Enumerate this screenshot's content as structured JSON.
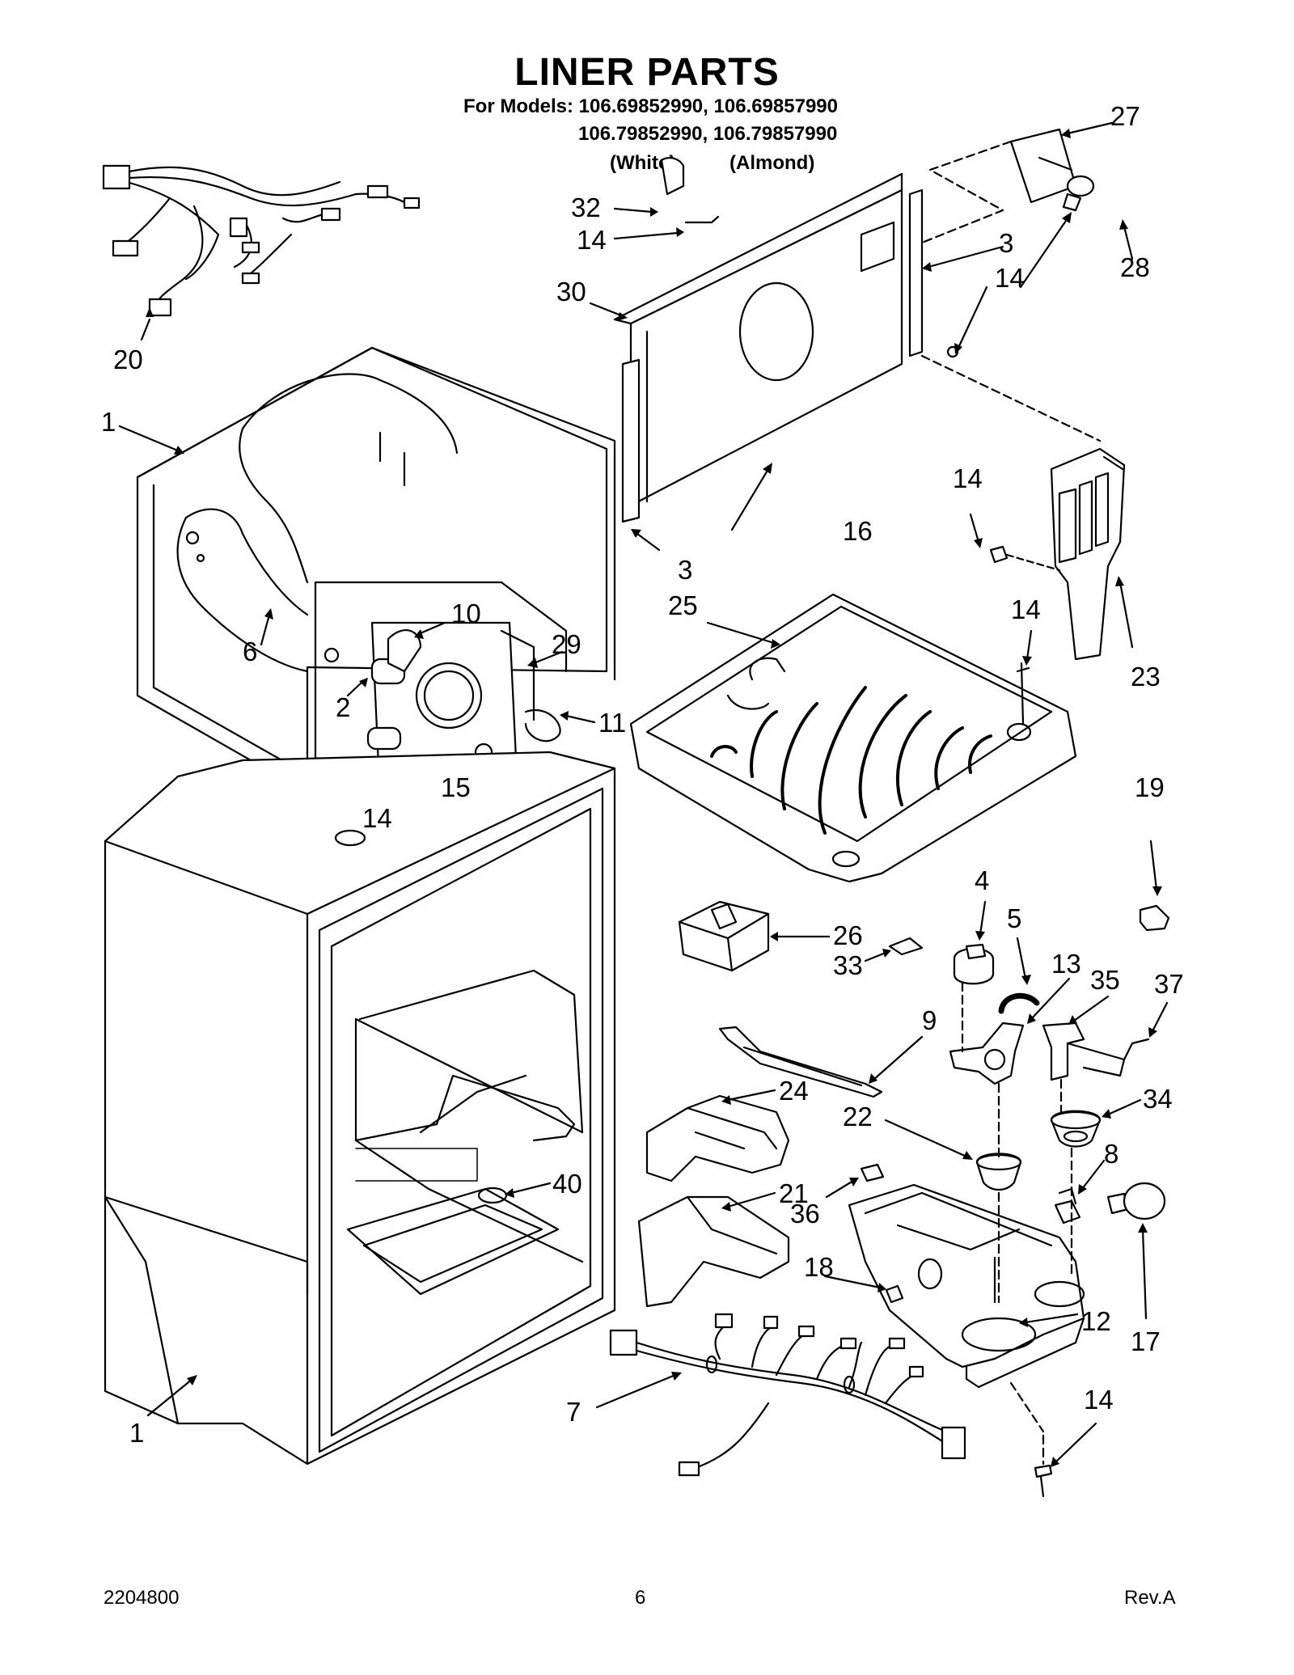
{
  "title": "LINER PARTS",
  "models": {
    "line1": "For Models: 106.69852990, 106.69857990",
    "line2": "106.79852990, 106.79857990",
    "white": "(White)",
    "almond": "(Almond)"
  },
  "callouts": {
    "c27": "27",
    "c32": "32",
    "c14a": "14",
    "c3a": "3",
    "c14b": "14",
    "c28": "28",
    "c30": "30",
    "c20": "20",
    "c1a": "1",
    "c16": "16",
    "c14c": "14",
    "c3b": "3",
    "c25": "25",
    "c14d": "14",
    "c23": "23",
    "c10": "10",
    "c29": "29",
    "c6": "6",
    "c2": "2",
    "c11": "11",
    "c15": "15",
    "c14e": "14",
    "c19": "19",
    "c4": "4",
    "c5": "5",
    "c26": "26",
    "c33": "33",
    "c13": "13",
    "c35": "35",
    "c37": "37",
    "c9": "9",
    "c24": "24",
    "c22": "22",
    "c34": "34",
    "c40": "40",
    "c8": "8",
    "c21": "21",
    "c36": "36",
    "c18": "18",
    "c12": "12",
    "c17": "17",
    "c7": "7",
    "c14f": "14",
    "c1b": "1"
  },
  "footer": {
    "doc_number": "2204800",
    "page": "6",
    "revision": "Rev.A"
  }
}
